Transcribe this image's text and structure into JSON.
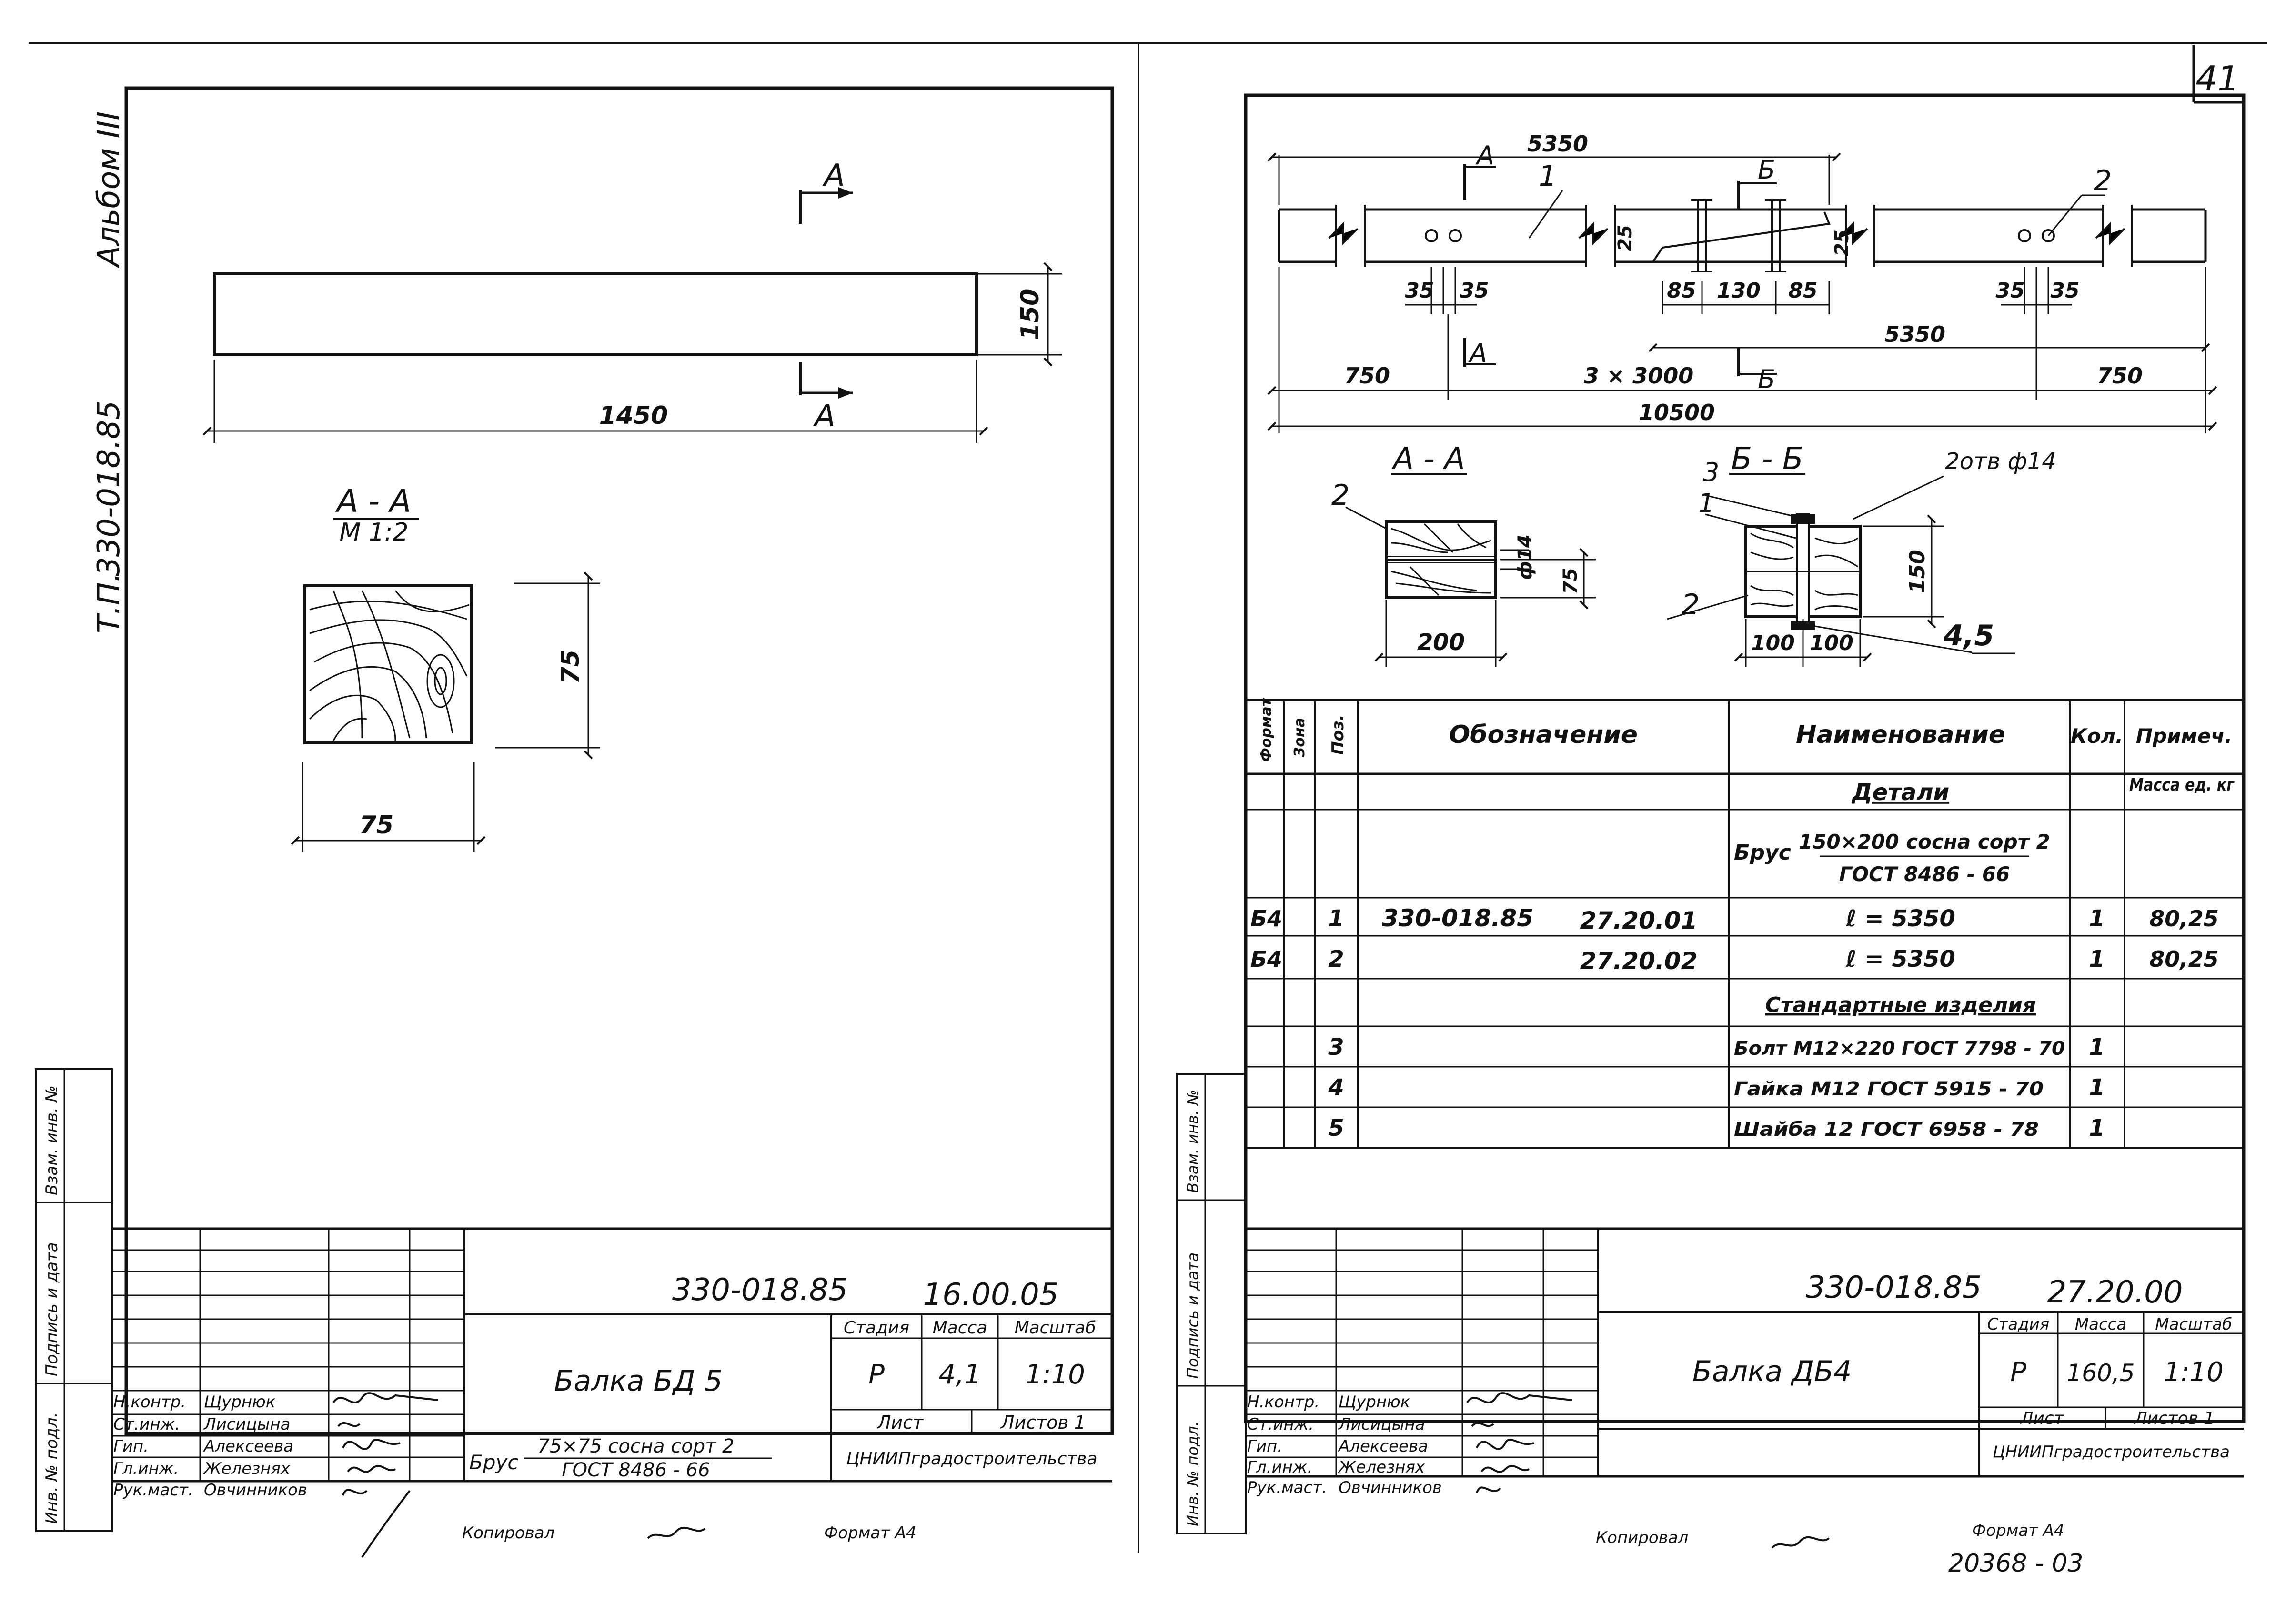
{
  "page_number": "41",
  "vertical_stamp": {
    "album": "Альбом III",
    "series": "Т.П.",
    "code": "330-018.85"
  },
  "left_sheet": {
    "section_mark_letter": "А",
    "beam_height": "150",
    "beam_length": "1450",
    "section_title": "А - А",
    "section_scale": "М 1:2",
    "section_height": "75",
    "section_width": "75",
    "side_stamp": [
      "Взам. инв. №",
      "Подпись и дата",
      "Инв. № подл."
    ],
    "title_block": {
      "code": "330-018.85",
      "sheet_code": "16.00.05",
      "name": "Балка БД 5",
      "col_stage": "Стадия",
      "col_mass": "Масса",
      "col_scale": "Масштаб",
      "stage": "Р",
      "mass": "4,1",
      "scale": "1:10",
      "sheet": "Лист",
      "sheets": "Листов 1",
      "material_prefix": "Брус",
      "material_top": "75×75 сосна сорт 2",
      "material_bottom": "ГОСТ 8486 - 66",
      "org": "ЦНИИПградостроительства",
      "roles": [
        "Н.контр.",
        "Ст.инж.",
        "Гип.",
        "Гл.инж.",
        "Рук.маст."
      ],
      "names": [
        "Щурнюк",
        "Лисицына",
        "Алексеева",
        "Железнях",
        "Овчинников"
      ],
      "copied": "Копировал",
      "format": "Формат А4"
    }
  },
  "right_sheet": {
    "dims": {
      "top_length": "5350",
      "left_spacing_a": "35",
      "left_spacing_b": "35",
      "bolt_a": "85",
      "bolt_b": "130",
      "bolt_c": "85",
      "right_spacing_a": "35",
      "right_spacing_b": "35",
      "notch_height": "25",
      "joint_height": "25",
      "second_length": "5350",
      "left_end": "750",
      "middle": "3 × 3000",
      "right_end": "750",
      "total": "10500"
    },
    "marks": {
      "a": "А",
      "b": "Б",
      "pos1": "1",
      "pos2": "2"
    },
    "section_aa": {
      "title": "А - А",
      "pos": "2",
      "hole": "ф14",
      "height": "75",
      "width": "200"
    },
    "section_bb": {
      "title": "Б - Б",
      "holes": "2отв ф14",
      "pos3": "3",
      "pos1": "1",
      "pos2": "2",
      "pos45": "4,5",
      "height": "150",
      "left": "100",
      "right": "100"
    },
    "spec": {
      "headers": [
        "Формат",
        "Зона",
        "Поз.",
        "Обозначение",
        "Наименование",
        "Кол.",
        "Примеч."
      ],
      "heading_parts": "Детали",
      "mass_note": "Масса ед. кг",
      "timber_prefix": "Брус",
      "timber_top": "150×200 сосна сорт 2",
      "timber_bottom": "ГОСТ 8486 - 66",
      "rows": [
        {
          "format": "Б4",
          "pos": "1",
          "code": "330-018.85",
          "code2": "27.20.01",
          "name": "ℓ = 5350",
          "qty": "1",
          "note": "80,25"
        },
        {
          "format": "Б4",
          "pos": "2",
          "code": "",
          "code2": "27.20.02",
          "name": "ℓ = 5350",
          "qty": "1",
          "note": "80,25"
        }
      ],
      "heading_std": "Стандартные изделия",
      "std_rows": [
        {
          "pos": "3",
          "name": "Болт М12×220 ГОСТ 7798 - 70",
          "qty": "1"
        },
        {
          "pos": "4",
          "name": "Гайка М12 ГОСТ 5915 - 70",
          "qty": "1"
        },
        {
          "pos": "5",
          "name": "Шайба 12 ГОСТ 6958 - 78",
          "qty": "1"
        }
      ]
    },
    "side_stamp": [
      "Взам. инв. №",
      "Подпись и дата",
      "Инв. № подл."
    ],
    "title_block": {
      "code": "330-018.85",
      "sheet_code": "27.20.00",
      "name": "Балка ДБ4",
      "col_stage": "Стадия",
      "col_mass": "Масса",
      "col_scale": "Масштаб",
      "stage": "Р",
      "mass": "160,5",
      "scale": "1:10",
      "sheet": "Лист",
      "sheets": "Листов 1",
      "org": "ЦНИИПградостроительства",
      "roles": [
        "Н.контр.",
        "Ст.инж.",
        "Гип.",
        "Гл.инж.",
        "Рук.маст."
      ],
      "names": [
        "Щурнюк",
        "Лисицына",
        "Алексеева",
        "Железнях",
        "Овчинников"
      ],
      "copied": "Копировал",
      "format": "Формат А4",
      "archive": "20368 - 03"
    }
  }
}
